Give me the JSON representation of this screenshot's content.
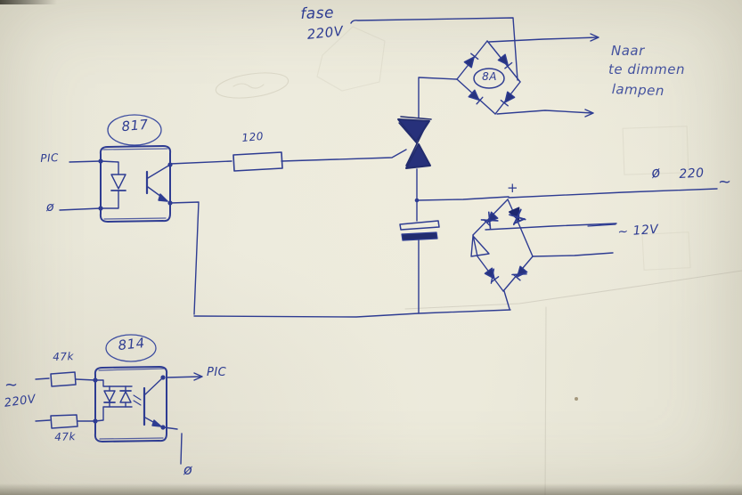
{
  "photo": {
    "kind": "hand-drawn circuit schematic in blue ballpoint on cream paper",
    "subject": "PIC-controlled triac lamp dimmer with opto-isolators"
  },
  "schematic": {
    "mains_input": {
      "label_line1": "fase",
      "label_line2": "220V"
    },
    "lamp_output": {
      "line1": "Naar",
      "line2": "te dimmen",
      "line3": "lampen"
    },
    "main_bridge": {
      "rating": "8A"
    },
    "driver_opto": {
      "part": "817",
      "input_pin": "PIC",
      "ground_pin": "ø"
    },
    "gate_resistor": {
      "value": "120"
    },
    "dc_node": {
      "plus": "+"
    },
    "neutral_rail": {
      "phase_symbol": "ø",
      "voltage": "220",
      "ac_symbol": "~"
    },
    "transformer_feed": {
      "label": "~ 12V"
    },
    "zero_cross_opto": {
      "part": "814",
      "series_resistor_top": "47k",
      "series_resistor_bottom": "47k",
      "ac_symbol": "~",
      "ac_voltage": "220V",
      "output_pin": "PIC",
      "ground_pin": "ø"
    }
  },
  "colors": {
    "ink": "#2e3c92",
    "ink_dark": "#222c6e",
    "pencil": "#bdb8a4",
    "paper": "#ebe8da"
  }
}
